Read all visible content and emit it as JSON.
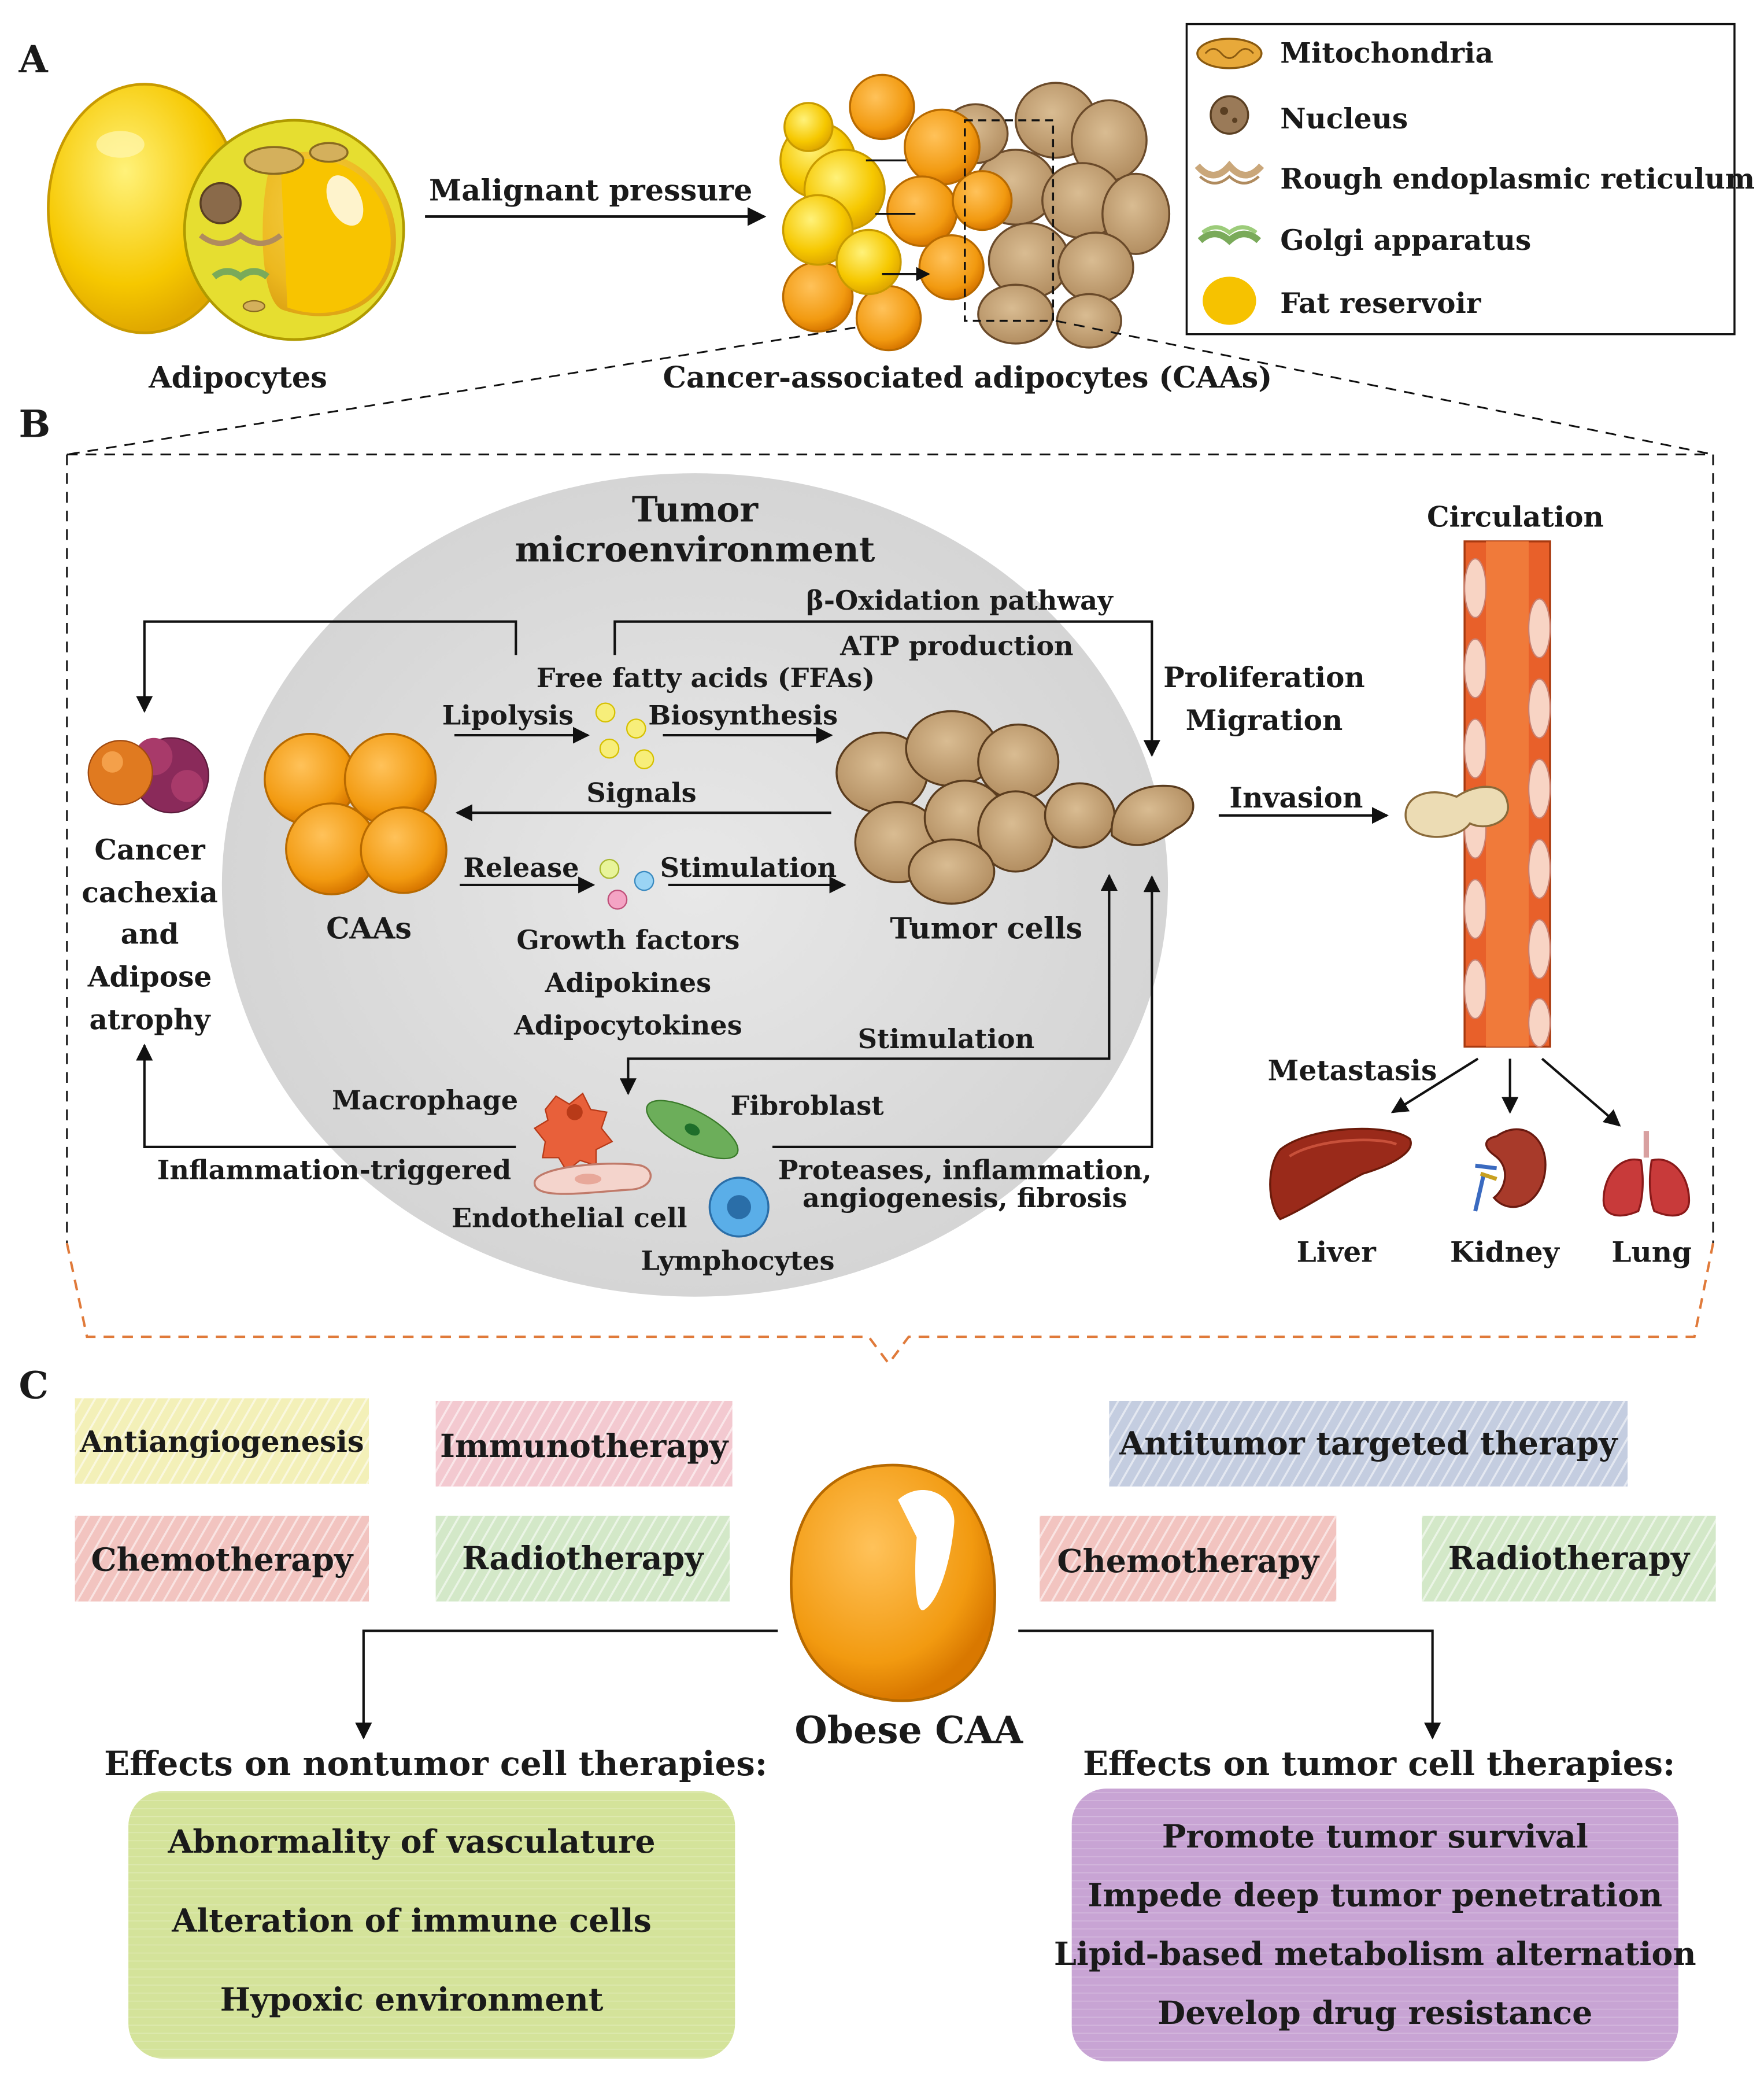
{
  "panels": {
    "a": "A",
    "b": "B",
    "c": "C"
  },
  "panel_a": {
    "adipocytes_label": "Adipocytes",
    "arrow_label": "Malignant pressure",
    "caa_label": "Cancer-associated adipocytes (CAAs)"
  },
  "legend": {
    "items": [
      {
        "label": "Mitochondria",
        "icon": "mitochondria-icon"
      },
      {
        "label": "Nucleus",
        "icon": "nucleus-icon"
      },
      {
        "label": "Rough endoplasmic reticulum",
        "icon": "rough-er-icon"
      },
      {
        "label": "Golgi apparatus",
        "icon": "golgi-icon"
      },
      {
        "label": "Fat reservoir",
        "icon": "fat-reservoir-icon"
      }
    ]
  },
  "panel_b": {
    "tme_line1": "Tumor",
    "tme_line2": "microenvironment",
    "beta_oxidation": "β-Oxidation pathway",
    "atp_production": "ATP production",
    "ffa": "Free fatty acids (FFAs)",
    "lipolysis": "Lipolysis",
    "biosynthesis": "Biosynthesis",
    "signals": "Signals",
    "release": "Release",
    "stimulation_top": "Stimulation",
    "caas": "CAAs",
    "tumor_cells": "Tumor cells",
    "growth_factors": "Growth factors",
    "adipokines": "Adipokines",
    "adipocytokines": "Adipocytokines",
    "stimulation_bottom": "Stimulation",
    "macrophage": "Macrophage",
    "fibroblast": "Fibroblast",
    "inflammation_triggered": "Inflammation-triggered",
    "endothelial": "Endothelial cell",
    "lymphocytes": "Lymphocytes",
    "proteases_1": "Proteases, inflammation,",
    "proteases_2": "angiogenesis, fibrosis",
    "cachexia": [
      "Cancer",
      "cachexia",
      "and",
      "Adipose",
      "atrophy"
    ],
    "proliferation": "Proliferation",
    "migration": "Migration",
    "invasion": "Invasion",
    "circulation": "Circulation",
    "metastasis": "Metastasis",
    "liver": "Liver",
    "kidney": "Kidney",
    "lung": "Lung"
  },
  "panel_c": {
    "tags": [
      {
        "label": "Antiangiogenesis",
        "color": "#f3f0b8"
      },
      {
        "label": "Immunotherapy",
        "color": "#f3c9d0"
      },
      {
        "label": "Antitumor targeted therapy",
        "color": "#c4cde0"
      },
      {
        "label": "Chemotherapy",
        "color": "#f2c4c0"
      },
      {
        "label": "Radiotherapy",
        "color": "#d3e8c8"
      },
      {
        "label": "Chemotherapy",
        "color": "#f2c4c0"
      },
      {
        "label": "Radiotherapy",
        "color": "#d3e8c8"
      }
    ],
    "obese_caa": "Obese CAA",
    "left_heading": "Effects on nontumor cell therapies:",
    "left_items": [
      "Abnormality of vasculature",
      "Alteration of immune cells",
      "Hypoxic environment"
    ],
    "right_heading": "Effects on tumor cell therapies:",
    "right_items": [
      "Promote tumor survival",
      "Impede deep tumor penetration",
      "Lipid-based metabolism alternation",
      "Develop drug resistance"
    ]
  },
  "colors": {
    "fat_yellow": "#f5c000",
    "caa_orange": "#f29a10",
    "tumor_tan": "#c9a77a",
    "tme_gray": "#dcdcdc",
    "left_box": "#d4e39a",
    "right_box": "#c8a4d4",
    "dashed_orange": "#e07a3a"
  }
}
